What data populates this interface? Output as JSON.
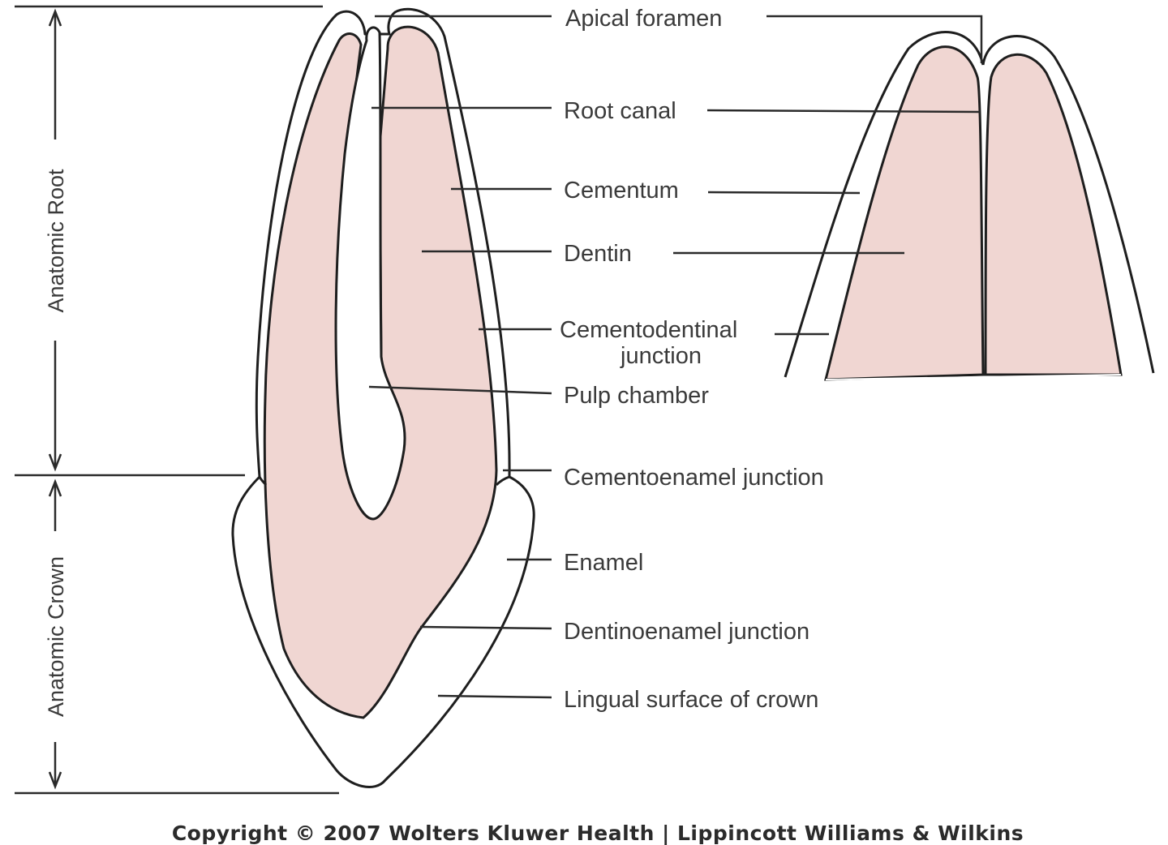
{
  "labels": {
    "apical_foramen": "Apical foramen",
    "root_canal": "Root canal",
    "cementum": "Cementum",
    "dentin": "Dentin",
    "cementodentinal_1": "Cementodentinal",
    "cementodentinal_2": "junction",
    "pulp_chamber": "Pulp chamber",
    "cementoenamel": "Cementoenamel junction",
    "enamel": "Enamel",
    "dentinoenamel": "Dentinoenamel junction",
    "lingual": "Lingual surface of crown"
  },
  "side_labels": {
    "root": "Anatomic Root",
    "crown": "Anatomic Crown"
  },
  "copyright": "Copyright © 2007 Wolters Kluwer Health | Lippincott Williams & Wilkins",
  "colors": {
    "dentin_fill": "#f0d6d2",
    "outline": "#1e1e1e",
    "background": "#ffffff"
  }
}
